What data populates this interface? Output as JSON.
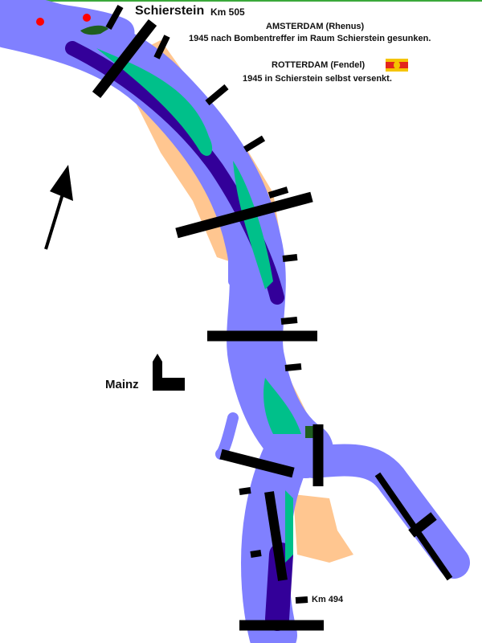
{
  "places": {
    "schierstein": "Schierstein",
    "km_505": "Km 505",
    "mainz": "Mainz",
    "km_494": "Km 494"
  },
  "ships": [
    {
      "name": "AMSTERDAM  (Rhenus)",
      "note": "1945 nach Bombentreffer im Raum Schierstein gesunken."
    },
    {
      "name": "ROTTERDAM   (Fendel)",
      "note": "1945 in Schierstein selbst versenkt."
    }
  ],
  "icons": {
    "north": "north-arrow-icon",
    "church": "church-icon",
    "flag": "fendel-flag-icon"
  },
  "colors": {
    "water": "#8080ff",
    "deep": "#330099",
    "island": "#00c08a",
    "bank": "#ffc690",
    "wreck_marker": "#ff0000",
    "harbor_green": "#1f5f1f",
    "bar": "#000000"
  }
}
